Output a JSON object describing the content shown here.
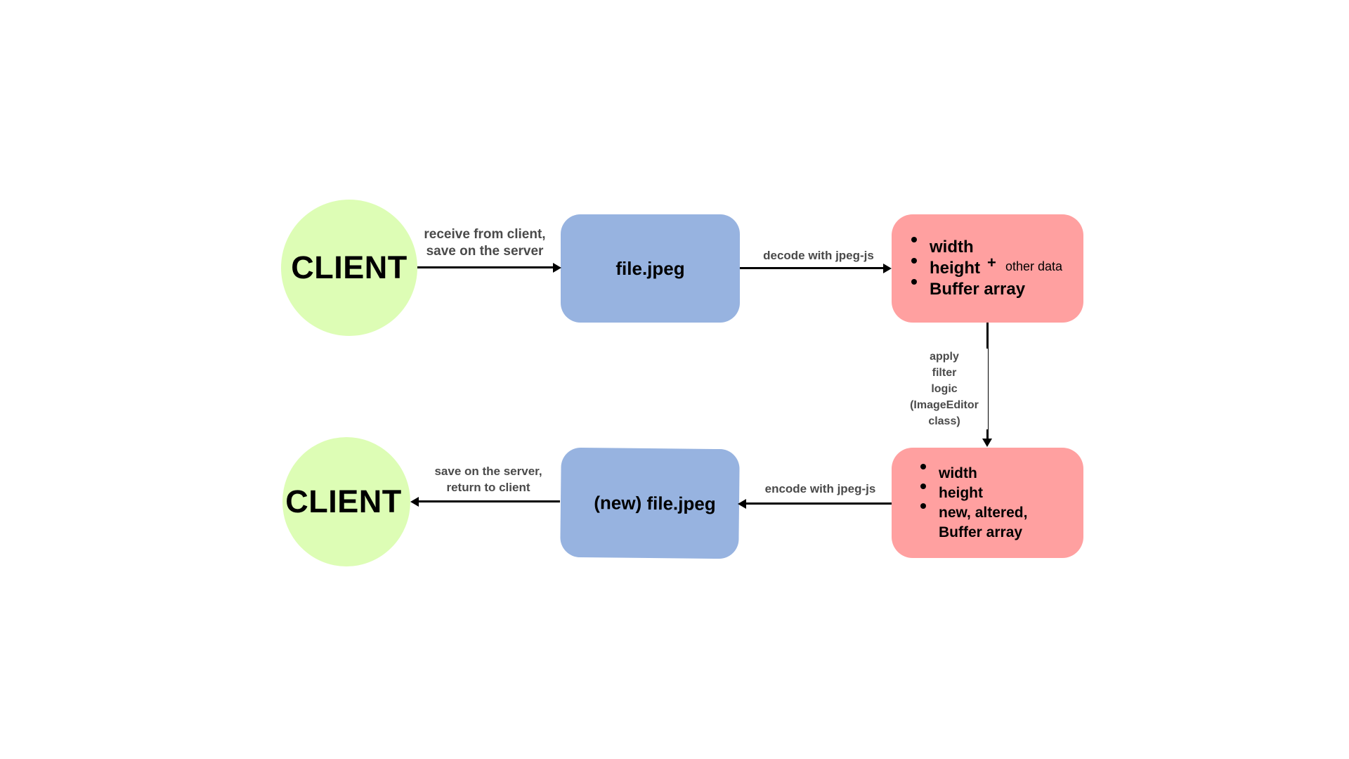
{
  "colors": {
    "client_fill": "#ddfdb5",
    "file_fill": "#97b3e0",
    "data_fill": "#ffa0a0",
    "edge_text": "#4a4a4a",
    "line": "#000000"
  },
  "nodes": {
    "client_top": {
      "label": "CLIENT"
    },
    "file": {
      "label": "file.jpeg"
    },
    "decoded": {
      "items": [
        "width",
        "height",
        "Buffer array"
      ],
      "plus": "+",
      "extra": "other data"
    },
    "altered": {
      "items": [
        "width",
        "height",
        "new, altered, Buffer array"
      ]
    },
    "new_file": {
      "label": "(new) file.jpeg"
    },
    "client_bottom": {
      "label": "CLIENT"
    }
  },
  "edges": {
    "receive": {
      "label_line1": "receive from client,",
      "label_line2": "save on the server"
    },
    "decode": {
      "label": "decode with jpeg-js"
    },
    "apply": {
      "lines": [
        "apply",
        "filter",
        "logic",
        "(ImageEditor",
        "class)"
      ]
    },
    "encode": {
      "label": "encode with jpeg-js"
    },
    "return": {
      "label_line1": "save on the server,",
      "label_line2": "return to client"
    }
  }
}
